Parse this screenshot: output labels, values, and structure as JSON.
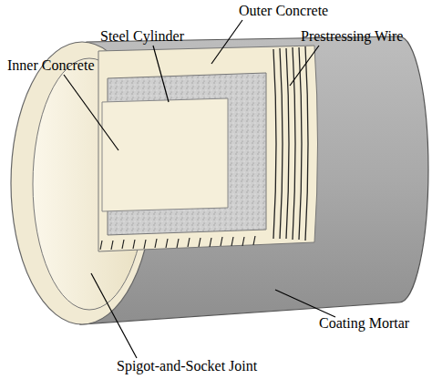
{
  "diagram": {
    "labels": [
      "Outer Concrete",
      "Steel Cylinder",
      "Prestressing Wire",
      "Inner Concrete",
      "Coating Mortar",
      "Spigot-and-Socket Joint"
    ]
  }
}
